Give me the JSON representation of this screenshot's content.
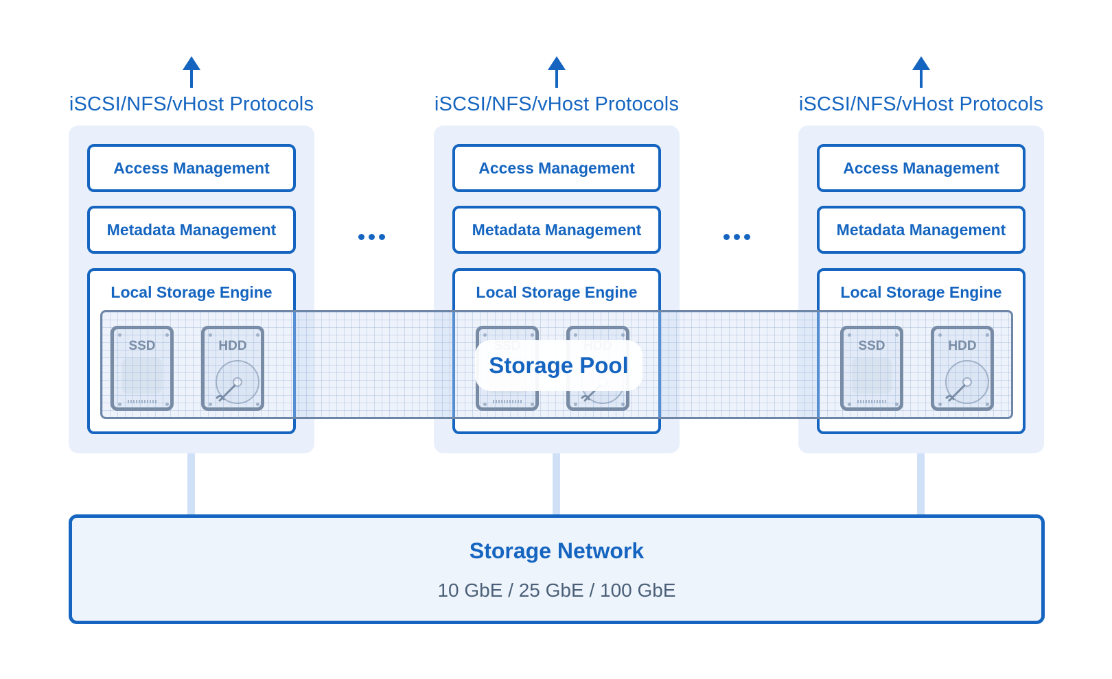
{
  "nodes": [
    {
      "protocol_label": "iSCSI/NFS/vHost Protocols",
      "access_label": "Access Management",
      "metadata_label": "Metadata Management",
      "engine_label": "Local Storage Engine",
      "drives": [
        {
          "label": "SSD",
          "kind": "ssd"
        },
        {
          "label": "HDD",
          "kind": "hdd"
        }
      ]
    },
    {
      "protocol_label": "iSCSI/NFS/vHost Protocols",
      "access_label": "Access Management",
      "metadata_label": "Metadata Management",
      "engine_label": "Local Storage Engine",
      "drives": [
        {
          "label": "SSD",
          "kind": "ssd"
        },
        {
          "label": "HDD",
          "kind": "hdd"
        }
      ]
    },
    {
      "protocol_label": "iSCSI/NFS/vHost Protocols",
      "access_label": "Access Management",
      "metadata_label": "Metadata Management",
      "engine_label": "Local Storage Engine",
      "drives": [
        {
          "label": "SSD",
          "kind": "ssd"
        },
        {
          "label": "HDD",
          "kind": "hdd"
        }
      ]
    }
  ],
  "storage_pool": {
    "label": "Storage Pool"
  },
  "storage_network": {
    "title": "Storage Network",
    "speeds": "10 GbE / 25 GbE / 100 GbE"
  },
  "colors": {
    "primary_blue": "#1565c0",
    "panel_bg": "#e9f0fb",
    "drive_outline": "#4b6078",
    "connector": "#cfe0f7"
  },
  "icons": {
    "protocol_arrow": "arrow-up-icon",
    "ssd": "ssd-drive-icon",
    "hdd": "hdd-drive-icon",
    "ellipsis": "ellipsis-icon"
  }
}
